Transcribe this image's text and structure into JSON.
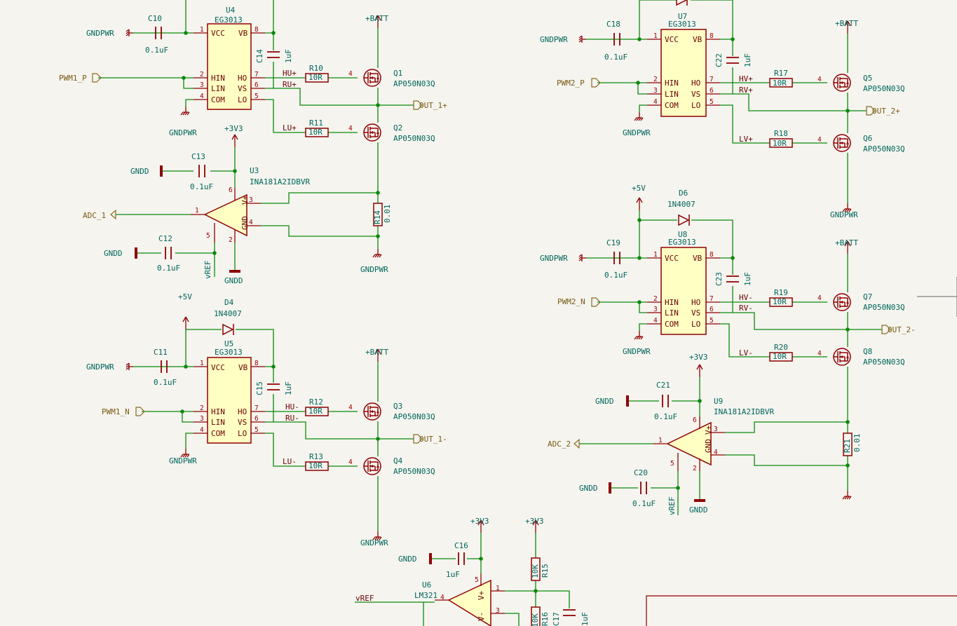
{
  "schematic": {
    "components": {
      "U4": {
        "ref": "U4",
        "value": "EG3013"
      },
      "U5": {
        "ref": "U5",
        "value": "EG3013"
      },
      "U7": {
        "ref": "U7",
        "value": "EG3013"
      },
      "U8": {
        "ref": "U8",
        "value": "EG3013"
      },
      "U3": {
        "ref": "U3",
        "value": "INA181A2IDBVR"
      },
      "U9": {
        "ref": "U9",
        "value": "INA181A2IDBVR"
      },
      "U6": {
        "ref": "U6",
        "value": "LM321"
      },
      "Q1": {
        "ref": "Q1",
        "value": "AP050N03Q"
      },
      "Q2": {
        "ref": "Q2",
        "value": "AP050N03Q"
      },
      "Q3": {
        "ref": "Q3",
        "value": "AP050N03Q"
      },
      "Q4": {
        "ref": "Q4",
        "value": "AP050N03Q"
      },
      "Q5": {
        "ref": "Q5",
        "value": "AP050N03Q"
      },
      "Q6": {
        "ref": "Q6",
        "value": "AP050N03Q"
      },
      "Q7": {
        "ref": "Q7",
        "value": "AP050N03Q"
      },
      "Q8": {
        "ref": "Q8",
        "value": "AP050N03Q"
      },
      "R10": {
        "ref": "R10",
        "value": "10R"
      },
      "R11": {
        "ref": "R11",
        "value": "10R"
      },
      "R12": {
        "ref": "R12",
        "value": "10R"
      },
      "R13": {
        "ref": "R13",
        "value": "10R"
      },
      "R17": {
        "ref": "R17",
        "value": "10R"
      },
      "R18": {
        "ref": "R18",
        "value": "10R"
      },
      "R19": {
        "ref": "R19",
        "value": "10R"
      },
      "R20": {
        "ref": "R20",
        "value": "10R"
      },
      "R14": {
        "ref": "R14",
        "value": "0.01"
      },
      "R21": {
        "ref": "R21",
        "value": "0.01"
      },
      "R15": {
        "ref": "R15",
        "value": "10K"
      },
      "R16": {
        "ref": "R16",
        "value": "10K"
      },
      "C10": {
        "ref": "C10",
        "value": "0.1uF"
      },
      "C11": {
        "ref": "C11",
        "value": "0.1uF"
      },
      "C12": {
        "ref": "C12",
        "value": "0.1uF"
      },
      "C13": {
        "ref": "C13",
        "value": "0.1uF"
      },
      "C14": {
        "ref": "C14",
        "value": "1uF"
      },
      "C15": {
        "ref": "C15",
        "value": "1uF"
      },
      "C16": {
        "ref": "C16",
        "value": "1uF"
      },
      "C17": {
        "ref": "C17",
        "value": "1uF"
      },
      "C18": {
        "ref": "C18",
        "value": "0.1uF"
      },
      "C19": {
        "ref": "C19",
        "value": "0.1uF"
      },
      "C20": {
        "ref": "C20",
        "value": "0.1uF"
      },
      "C21": {
        "ref": "C21",
        "value": "0.1uF"
      },
      "C22": {
        "ref": "C22",
        "value": "1uF"
      },
      "C23": {
        "ref": "C23",
        "value": "1uF"
      },
      "D4": {
        "ref": "D4",
        "value": "1N4007"
      },
      "D6": {
        "ref": "D6",
        "value": "1N4007"
      }
    },
    "driver_pins": {
      "vcc": "VCC",
      "vb": "VB",
      "hin": "HIN",
      "ho": "HO",
      "lin": "LIN",
      "vs": "VS",
      "com": "COM",
      "lo": "LO"
    },
    "amp_pins": {
      "gnd": "GND",
      "vplus": "V+",
      "vminus": "V-"
    },
    "power": {
      "gndpwr": "GNDPWR",
      "gndd": "GNDD",
      "batt": "+BATT",
      "v3v3": "+3V3",
      "v5": "+5V",
      "vref": "vREF"
    },
    "global_labels": {
      "pwm1_p": "PWM1_P",
      "pwm1_n": "PWM1_N",
      "pwm2_p": "PWM2_P",
      "pwm2_n": "PWM2_N",
      "adc_1": "ADC_1",
      "adc_2": "ADC_2",
      "out_1p": "OUT_1+",
      "out_1m": "OUT_1-",
      "out_2p": "OUT_2+",
      "out_2m": "OUT_2-"
    },
    "nets": {
      "hu_p": "HU+",
      "ru_p": "RU+",
      "lu_p": "LU+",
      "hu_m": "HU-",
      "ru_m": "RU-",
      "lu_m": "LU-",
      "hv_p": "HV+",
      "rv_p": "RV+",
      "lv_p": "LV+",
      "hv_m": "HV-",
      "rv_m": "RV-",
      "lv_m": "LV-"
    },
    "pin_numbers": {
      "p1": "1",
      "p2": "2",
      "p3": "3",
      "p4": "4",
      "p5": "5",
      "p6": "6",
      "p7": "7",
      "p8": "8"
    }
  }
}
